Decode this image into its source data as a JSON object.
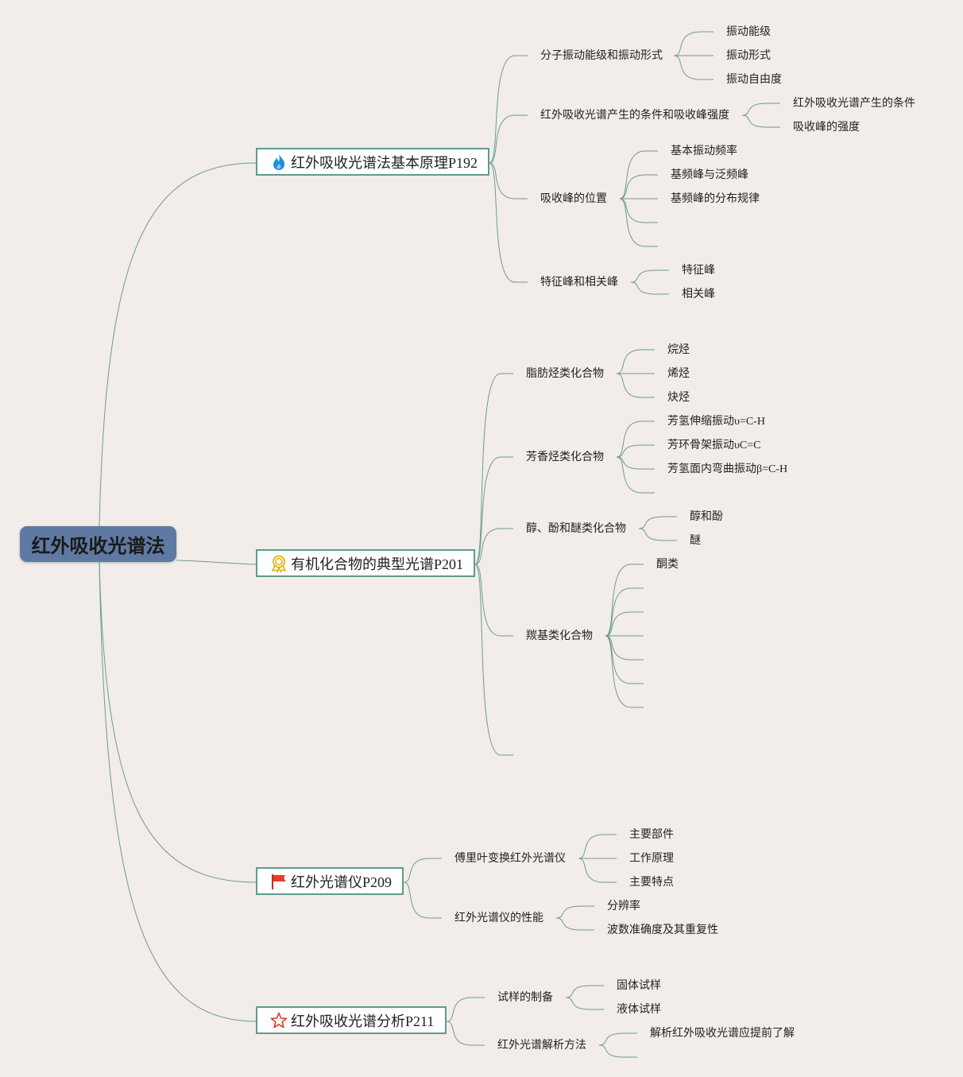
{
  "root": "红外吸收光谱法",
  "branches": [
    {
      "title": "红外吸收光谱法基本原理P192",
      "icon": "flame-icon",
      "topics": [
        {
          "label": "分子振动能级和振动形式",
          "children": [
            "振动能级",
            "振动形式",
            "振动自由度"
          ]
        },
        {
          "label": "红外吸收光谱产生的条件和吸收峰强度",
          "children": [
            "红外吸收光谱产生的条件",
            "吸收峰的强度"
          ]
        },
        {
          "label": "吸收峰的位置",
          "children": [
            "基本振动频率",
            "基频峰与泛频峰",
            "基频峰的分布规律"
          ]
        },
        {
          "label": "特征峰和相关峰",
          "children": [
            "特征峰",
            "相关峰"
          ]
        }
      ]
    },
    {
      "title": "有机化合物的典型光谱P201",
      "icon": "award-medal-icon",
      "topics": [
        {
          "label": "脂肪烃类化合物",
          "children": [
            "烷烃",
            "烯烃",
            "炔烃"
          ]
        },
        {
          "label": "芳香烃类化合物",
          "children": [
            "芳氢伸缩振动υ=C-H",
            "芳环骨架振动υC=C",
            "芳氢面内弯曲振动β=C-H"
          ]
        },
        {
          "label": "醇、酚和醚类化合物",
          "children": [
            "醇和酚",
            "醚"
          ]
        },
        {
          "label": "羰基类化合物",
          "children": [
            "酮类"
          ]
        }
      ]
    },
    {
      "title": "红外光谱仪P209",
      "icon": "red-flag-icon",
      "topics": [
        {
          "label": "傅里叶变换红外光谱仪",
          "children": [
            "主要部件",
            "工作原理",
            "主要特点"
          ]
        },
        {
          "label": "红外光谱仪的性能",
          "children": [
            "分辨率",
            "波数准确度及其重复性"
          ]
        }
      ]
    },
    {
      "title": "红外吸收光谱分析P211",
      "icon": "star-outline-icon",
      "topics": [
        {
          "label": "试样的制备",
          "children": [
            "固体试样",
            "液体试样"
          ]
        },
        {
          "label": "红外光谱解析方法",
          "children": [
            "解析红外吸收光谱应提前了解"
          ]
        }
      ]
    }
  ],
  "colors": {
    "background": "#f2ede8",
    "root": "#5f7aa2",
    "line": "#6e9c8c",
    "border": "#5e9b8e",
    "flame": "#1e8fe0",
    "medal": "#e0b21a",
    "flag": "#e23b2a",
    "star": "#e23b2a"
  }
}
